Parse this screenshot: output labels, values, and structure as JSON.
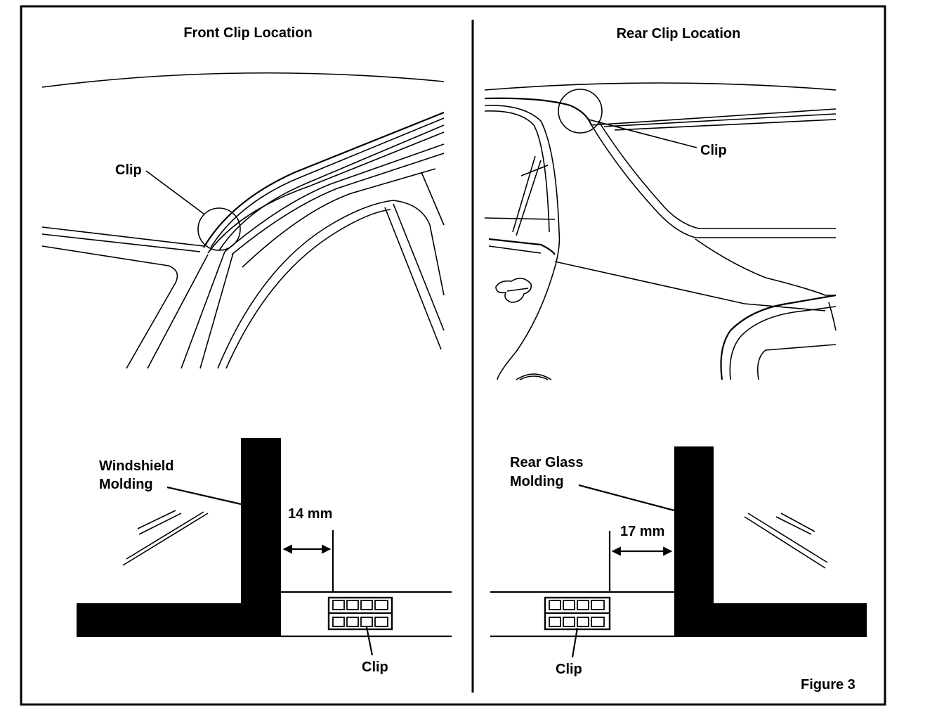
{
  "left_panel": {
    "title": "Front Clip Location",
    "illustration_callout": "Clip",
    "detail": {
      "molding_label_line1": "Windshield",
      "molding_label_line2": "Molding",
      "dimension": "14 mm",
      "clip_label": "Clip"
    }
  },
  "right_panel": {
    "title": "Rear Clip Location",
    "illustration_callout": "Clip",
    "detail": {
      "molding_label_line1": "Rear Glass",
      "molding_label_line2": "Molding",
      "dimension": "17 mm",
      "clip_label": "Clip"
    }
  },
  "figure_label": "Figure 3"
}
